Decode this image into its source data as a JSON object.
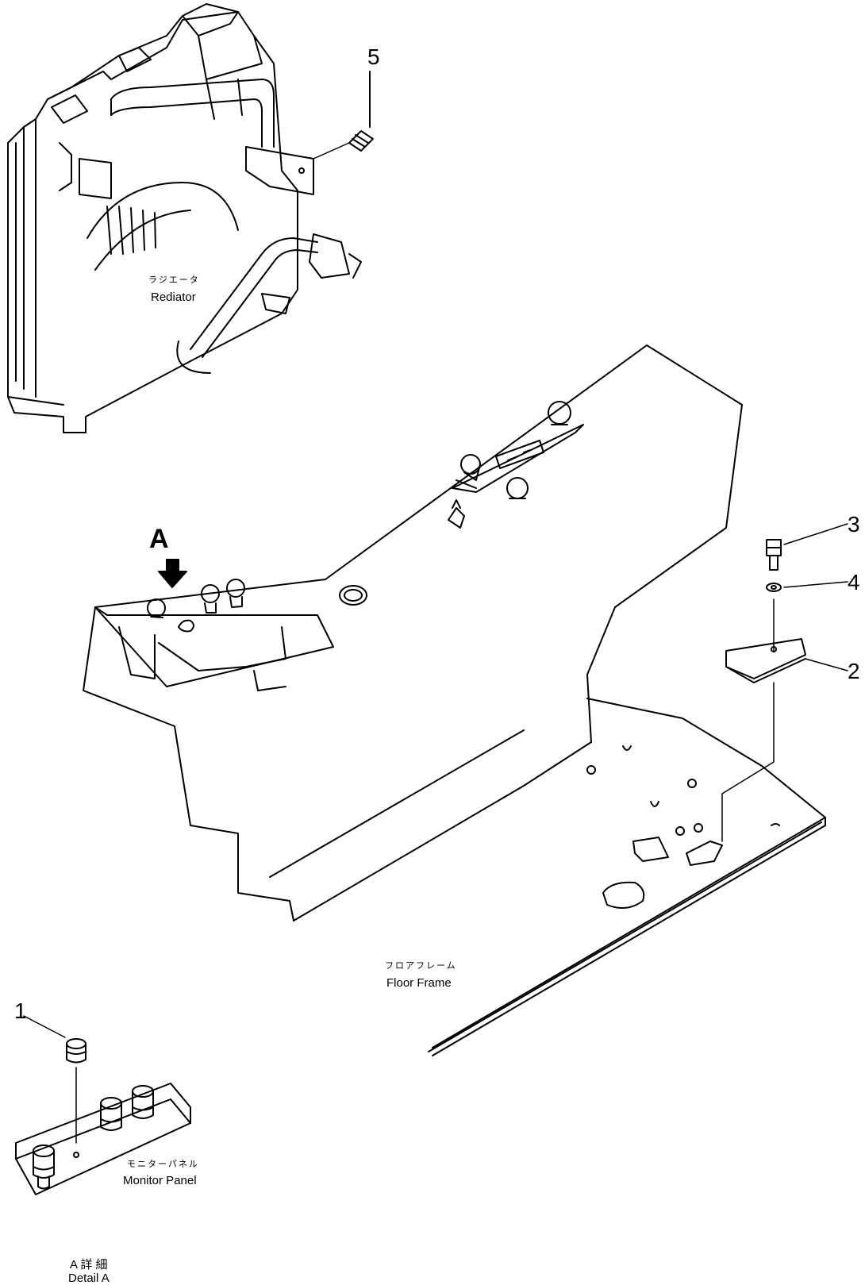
{
  "part_numbers": {
    "p1": "1",
    "p2": "2",
    "p3": "3",
    "p4": "4",
    "p5": "5"
  },
  "view_arrow": "A",
  "labels": {
    "radiator_jp": "ラジエータ",
    "radiator_en": "Rediator",
    "floor_frame_jp": "フロアフレーム",
    "floor_frame_en": "Floor Frame",
    "monitor_panel_jp": "モニターパネル",
    "monitor_panel_en": "Monitor Panel",
    "detail_jp": "A 詳 細",
    "detail_en": "Detail A"
  },
  "colors": {
    "line": "#000000",
    "background": "#ffffff"
  }
}
